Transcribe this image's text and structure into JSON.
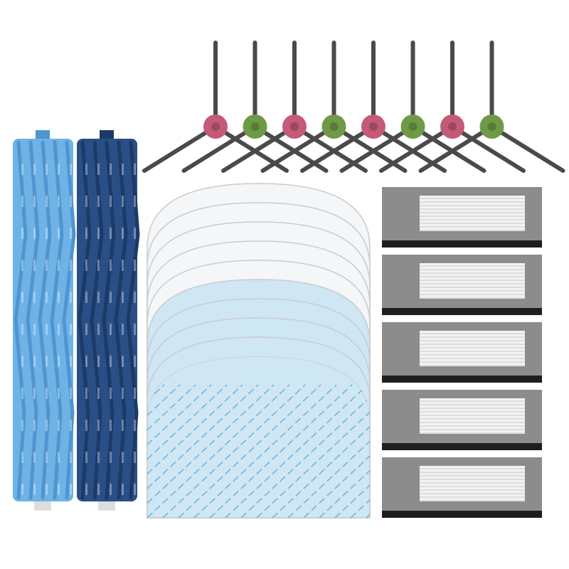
{
  "colors": {
    "background": "#ffffff",
    "roller_light": "#6fb2e6",
    "roller_light_dark": "#4f95cf",
    "roller_dark": "#2a4f86",
    "roller_dark_dark": "#1c3a68",
    "hub_pink": "#c45a76",
    "hub_green": "#6f9a45",
    "brush_arm": "#4a4a4a",
    "mop_white": "#f4f6f8",
    "mop_blue": "#cfe6f3",
    "mop_line": "#3aa0d8",
    "filter_frame": "#8c8c8c",
    "filter_media": "#f2f2f2",
    "filter_foam": "#1e1e1e"
  },
  "icons": {
    "roller": "main-roller-brush",
    "side_brush": "side-brush",
    "mop": "mop-pad",
    "filter": "hepa-filter"
  }
}
